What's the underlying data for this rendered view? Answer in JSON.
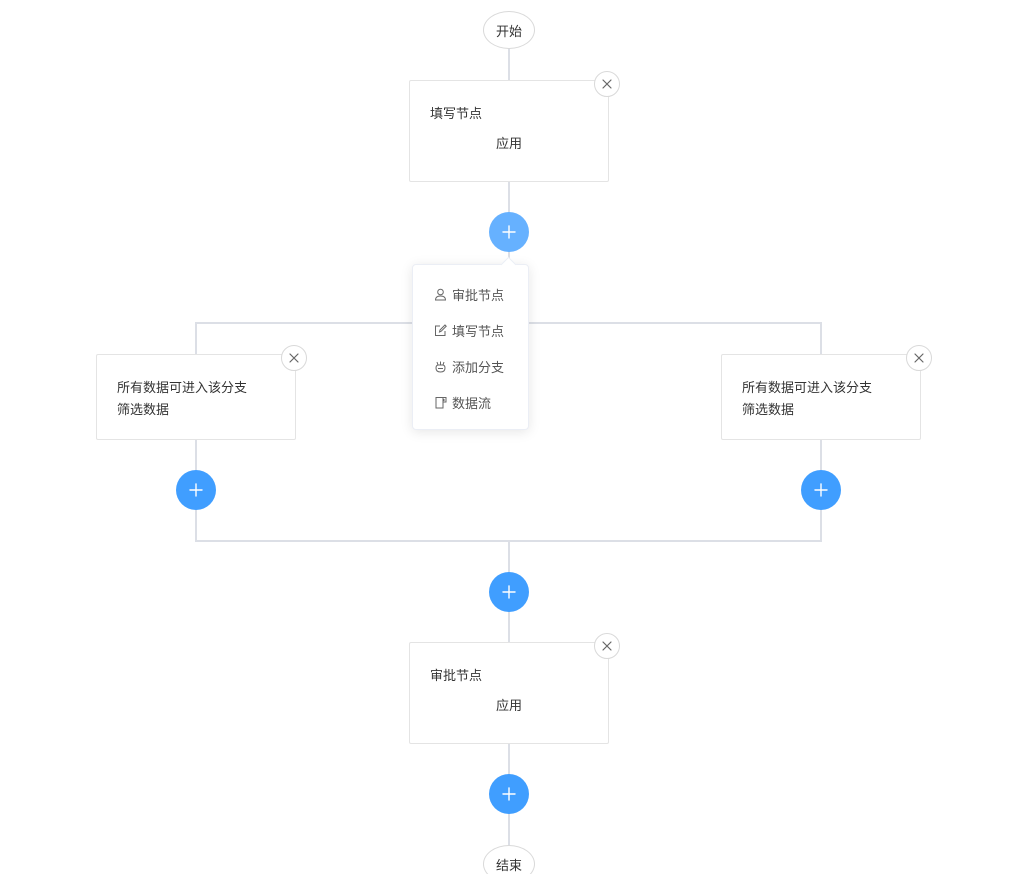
{
  "flow": {
    "start_label": "开始",
    "end_label": "结束",
    "fill_node": {
      "title": "填写节点",
      "content": "应用"
    },
    "approve_node": {
      "title": "审批节点",
      "content": "应用"
    },
    "branch_left": {
      "line1": "所有数据可进入该分支",
      "line2": "筛选数据"
    },
    "branch_right": {
      "line1": "所有数据可进入该分支",
      "line2": "筛选数据"
    }
  },
  "menu": {
    "items": [
      {
        "label": "审批节点",
        "icon": "user-icon"
      },
      {
        "label": "填写节点",
        "icon": "edit-icon"
      },
      {
        "label": "添加分支",
        "icon": "branch-icon"
      },
      {
        "label": "数据流",
        "icon": "dataflow-icon"
      }
    ]
  },
  "colors": {
    "accent": "#409eff",
    "accent_hover": "#66b1ff",
    "line": "#dcdfe6",
    "border": "#e4e4e4"
  }
}
